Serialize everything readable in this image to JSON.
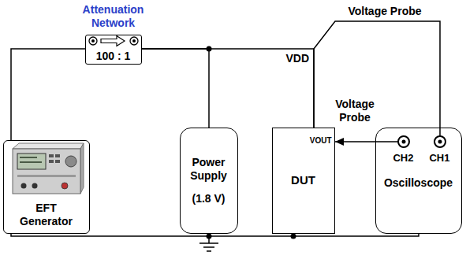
{
  "diagram": {
    "nodes": [
      {
        "text": [
          "EFT Generator"
        ]
      },
      {
        "text": [
          "Attenuation Network",
          "100 : 1"
        ]
      },
      {
        "text": [
          "Power Supply",
          "(1.8 V)"
        ]
      },
      {
        "text": [
          "DUT",
          "VOUT"
        ]
      },
      {
        "text": [
          "CH2",
          "CH1",
          "Oscilloscope"
        ]
      }
    ],
    "edges": [
      {
        "from": 0,
        "to": 1,
        "arrow": "none"
      },
      {
        "from": 1,
        "to": 2,
        "arrow": "none"
      },
      {
        "from": 1,
        "to": 3,
        "arrow": "none"
      },
      {
        "from": 4,
        "to": 3,
        "arrow": "to",
        "label": "Voltage Probe"
      },
      {
        "from": 4,
        "to": 3,
        "arrow": "none",
        "label": "Voltage Probe"
      },
      {
        "from": 0,
        "to": 2,
        "arrow": "none"
      },
      {
        "from": 2,
        "to": 3,
        "arrow": "none"
      },
      {
        "from": 3,
        "to": 4,
        "arrow": "none"
      }
    ],
    "labels": [
      "VDD"
    ]
  }
}
